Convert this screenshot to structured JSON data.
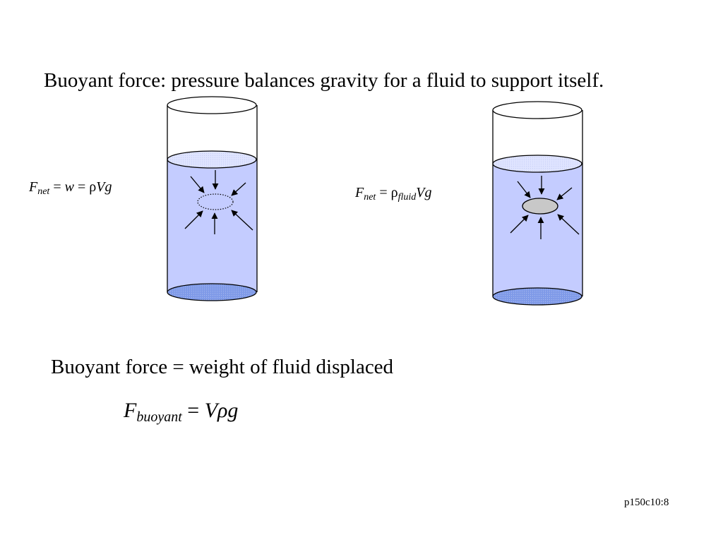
{
  "slide": {
    "heading": "Buoyant force: pressure balances gravity for a fluid to support itself.",
    "left_formula": {
      "F": "F",
      "net": "net",
      "eq_w": " = ",
      "w": "w",
      "eq_rho": " = ρ",
      "V": "V",
      "g": "g"
    },
    "right_formula": {
      "F": "F",
      "net": "net",
      "eq_rho": " = ρ",
      "fluid": "fluid",
      "V": "V",
      "g": "g"
    },
    "statement": "Buoyant force = weight of fluid displaced",
    "buoyant_formula": {
      "F": "F",
      "sub": "buoyant",
      "eq": " = ",
      "V": "V",
      "rho": "ρ",
      "g": "g"
    },
    "footer": "p150c10:8"
  },
  "colors": {
    "fluid": "#c4ccff",
    "fluid_bottom": "#7f9ae8",
    "surface": "#dfe4ff",
    "object": "#c8c8c8",
    "outline": "#000000"
  },
  "icons": {
    "left_parcel": "dotted-ellipse-fluid-parcel",
    "right_object": "gray-solid-object",
    "arrows": "pressure-force-arrows"
  }
}
